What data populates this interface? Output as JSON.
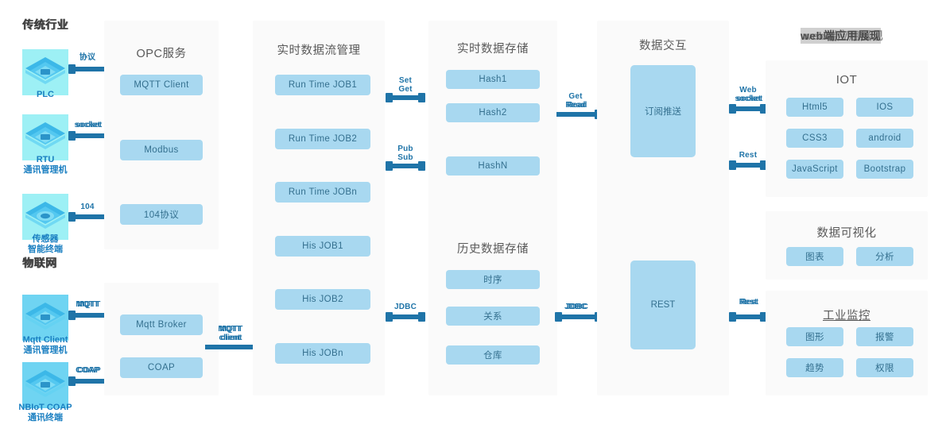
{
  "diagram": {
    "title": "IoT / Industrial Data Platform Architecture",
    "colors": {
      "chip_fill": "#a8d8f0",
      "chip_text": "#34708f",
      "panel_bg": "#fafafa",
      "connector": "#1f74a8",
      "device_label": "#1a7fc1",
      "heading": "#3d3d3d"
    }
  },
  "left_sections": [
    {
      "heading": "传统行业"
    },
    {
      "heading": "物联网"
    }
  ],
  "devices": [
    {
      "name": "plc",
      "label_1": "PLC",
      "label_2": ""
    },
    {
      "name": "rtu",
      "label_1": "RTU",
      "label_2": "通讯管理机"
    },
    {
      "name": "sensor",
      "label_1": "传感器",
      "label_2": "智能终端"
    },
    {
      "name": "mqtt-client",
      "label_1": "Mqtt Client",
      "label_2": "通讯管理机"
    },
    {
      "name": "nbiot-coap",
      "label_1": "NBIoT COAP",
      "label_2": "通讯终端"
    }
  ],
  "panels": {
    "opc": {
      "title": "OPC服务",
      "chips": [
        "MQTT Client",
        "Modbus",
        "104协议"
      ]
    },
    "iot_gateway": {
      "title": "",
      "chips": [
        "Mqtt Broker",
        "COAP"
      ]
    },
    "realtime_stream": {
      "title": "实时数据流管理",
      "chips": [
        "Run Time JOB1",
        "Run Time JOB2",
        "Run Time JOBn",
        "His JOB1",
        "His JOB2",
        "His JOBn"
      ]
    },
    "realtime_store": {
      "title": "实时数据存储",
      "chips": [
        "Hash1",
        "Hash2",
        "HashN"
      ]
    },
    "history_store": {
      "title": "历史数据存储",
      "chips": [
        "时序",
        "关系",
        "仓库"
      ]
    },
    "data_exchange": {
      "title": "数据交互",
      "chips": [
        "订阅推送",
        "REST"
      ]
    },
    "web_app": {
      "title": "web端应用展现"
    },
    "iot": {
      "title": "IOT",
      "chips": [
        "Html5",
        "IOS",
        "CSS3",
        "android",
        "JavaScript",
        "Bootstrap"
      ]
    },
    "visualization": {
      "title": "数据可视化",
      "chips": [
        "图表",
        "分析"
      ]
    },
    "industrial_monitor": {
      "title": "工业监控",
      "chips": [
        "图形",
        "报警",
        "趋势",
        "权限"
      ]
    }
  },
  "connectors": [
    {
      "name": "plc-to-opc",
      "label_1": "协议",
      "label_2": ""
    },
    {
      "name": "rtu-to-opc",
      "label_1": "socket",
      "label_2": ""
    },
    {
      "name": "sensor-to-opc",
      "label_1": "104",
      "label_2": ""
    },
    {
      "name": "mqttclient-to-broker",
      "label_1": "MQTT",
      "label_2": ""
    },
    {
      "name": "nbiot-to-coap",
      "label_1": "COAP",
      "label_2": ""
    },
    {
      "name": "opc-to-stream",
      "label_1": "MQTT",
      "label_2": "client"
    },
    {
      "name": "stream-to-store-setget",
      "label_1": "Set",
      "label_2": "Get"
    },
    {
      "name": "stream-to-store-pubsub",
      "label_1": "Pub",
      "label_2": "Sub"
    },
    {
      "name": "stream-to-history-jdbc",
      "label_1": "JDBC",
      "label_2": ""
    },
    {
      "name": "store-to-exchange-get",
      "label_1": "Get",
      "label_2": "Read"
    },
    {
      "name": "history-to-exchange-jdbc",
      "label_1": "JDBC",
      "label_2": ""
    },
    {
      "name": "exchange-to-web-socket",
      "label_1": "Web",
      "label_2": "socket"
    },
    {
      "name": "exchange-to-web-rest",
      "label_1": "Rest",
      "label_2": ""
    },
    {
      "name": "exchange-to-monitor-rest",
      "label_1": "Rest",
      "label_2": ""
    }
  ]
}
